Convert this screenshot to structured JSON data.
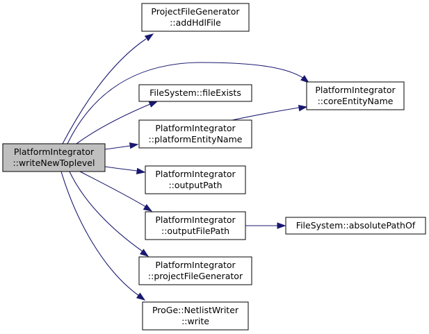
{
  "graph": {
    "nodes": [
      {
        "id": "root",
        "lines": [
          "PlatformIntegrator",
          "::writeNewToplevel"
        ],
        "highlighted": true
      },
      {
        "id": "n1",
        "lines": [
          "ProjectFileGenerator",
          "::addHdlFile"
        ]
      },
      {
        "id": "n2",
        "lines": [
          "FileSystem::fileExists"
        ]
      },
      {
        "id": "n3",
        "lines": [
          "PlatformIntegrator",
          "::platformEntityName"
        ]
      },
      {
        "id": "n4",
        "lines": [
          "PlatformIntegrator",
          "::coreEntityName"
        ]
      },
      {
        "id": "n5",
        "lines": [
          "PlatformIntegrator",
          "::outputPath"
        ]
      },
      {
        "id": "n6",
        "lines": [
          "PlatformIntegrator",
          "::outputFilePath"
        ]
      },
      {
        "id": "n7",
        "lines": [
          "FileSystem::absolutePathOf"
        ]
      },
      {
        "id": "n8",
        "lines": [
          "PlatformIntegrator",
          "::projectFileGenerator"
        ]
      },
      {
        "id": "n9",
        "lines": [
          "ProGe::NetlistWriter",
          "::write"
        ]
      }
    ],
    "edges": [
      {
        "from": "root",
        "to": "n1"
      },
      {
        "from": "root",
        "to": "n4"
      },
      {
        "from": "root",
        "to": "n2"
      },
      {
        "from": "root",
        "to": "n3"
      },
      {
        "from": "n3",
        "to": "n4"
      },
      {
        "from": "root",
        "to": "n5"
      },
      {
        "from": "root",
        "to": "n6"
      },
      {
        "from": "n6",
        "to": "n7"
      },
      {
        "from": "root",
        "to": "n8"
      },
      {
        "from": "root",
        "to": "n9"
      }
    ],
    "colors": {
      "edge": "#191970",
      "highlight_fill": "#bfbfbf",
      "node_fill": "#ffffff",
      "border": "#000000"
    }
  }
}
